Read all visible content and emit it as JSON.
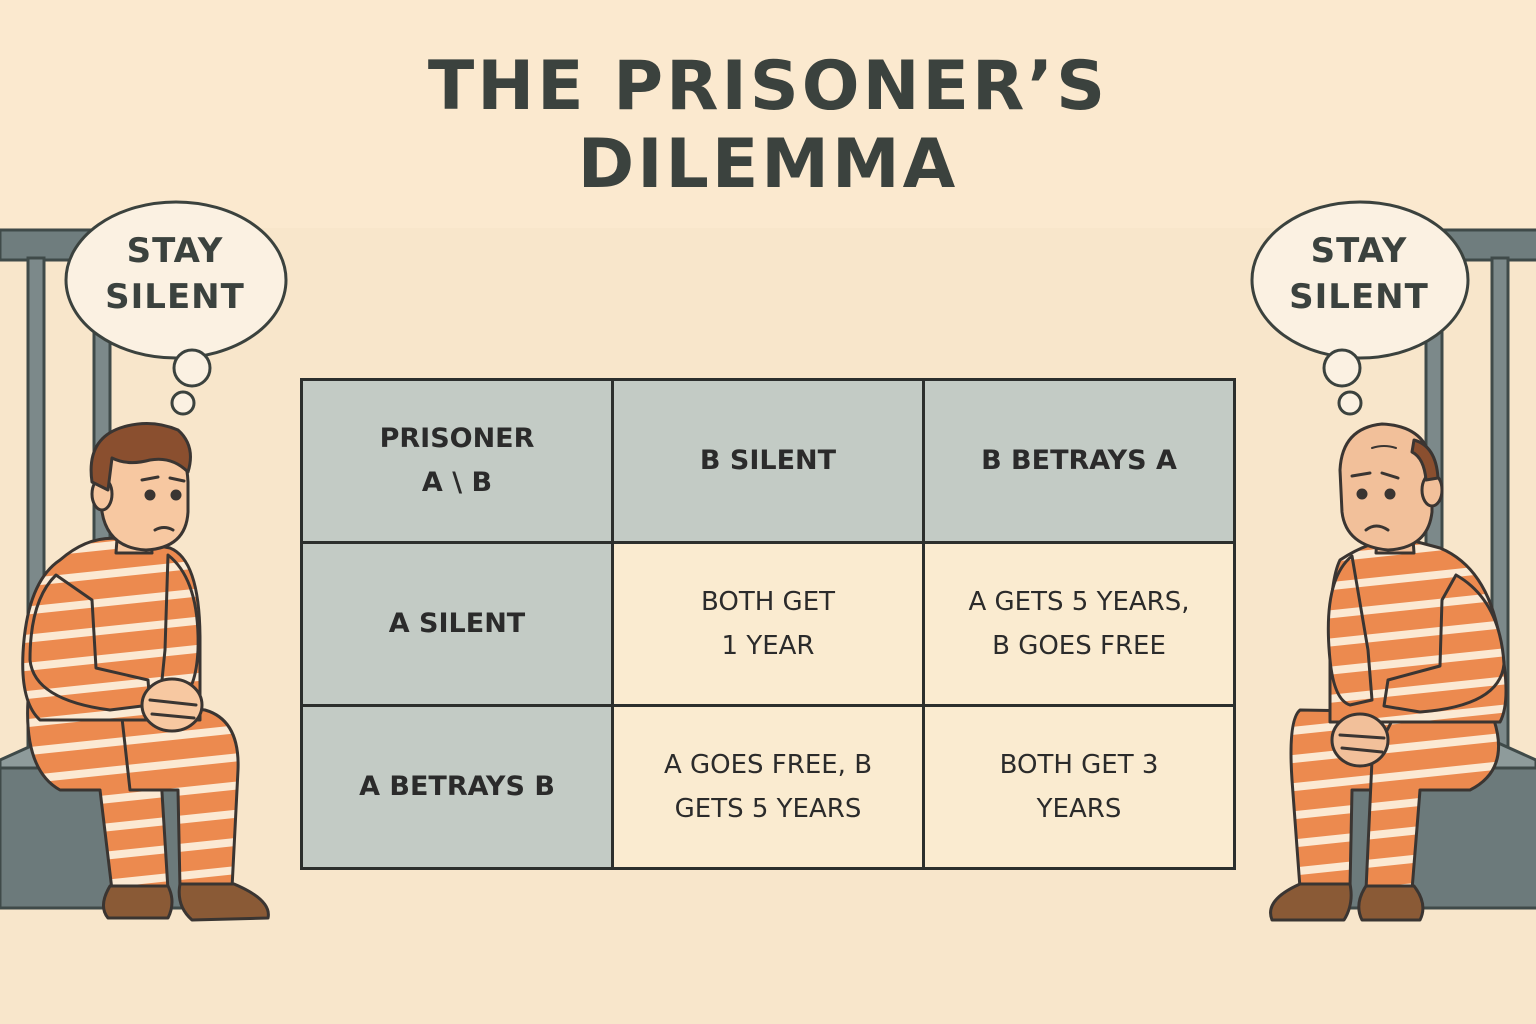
{
  "title": {
    "line1": "THE PRISONER’S",
    "line2": "DILEMMA"
  },
  "prisoner_a": {
    "thought_line1": "STAY",
    "thought_line2": "SILENT"
  },
  "prisoner_b": {
    "thought_line1": "STAY",
    "thought_line2": "SILENT"
  },
  "payoff_matrix": {
    "corner_line1": "PRISONER",
    "corner_line2": "A \\ B",
    "col_headers": [
      "B SILENT",
      "B BETRAYS A"
    ],
    "rows": [
      {
        "header": "A SILENT",
        "cells": [
          {
            "line1": "BOTH GET",
            "line2": "1 YEAR"
          },
          {
            "line1": "A GETS 5 YEARS,",
            "line2": "B GOES FREE"
          }
        ]
      },
      {
        "header": "A BETRAYS B",
        "cells": [
          {
            "line1": "A GOES FREE, B",
            "line2": "GETS 5 YEARS"
          },
          {
            "line1": "BOTH GET 3",
            "line2": "YEARS"
          }
        ]
      }
    ]
  },
  "colors": {
    "background": "#f8e6cb",
    "title": "#3b423e",
    "header_cell": "#c3cbc5",
    "body_cell": "#faebd0",
    "uniform_orange": "#ec8a4f",
    "uniform_stripe": "#fbe9d3",
    "bench_gray": "#6c7a7b"
  }
}
